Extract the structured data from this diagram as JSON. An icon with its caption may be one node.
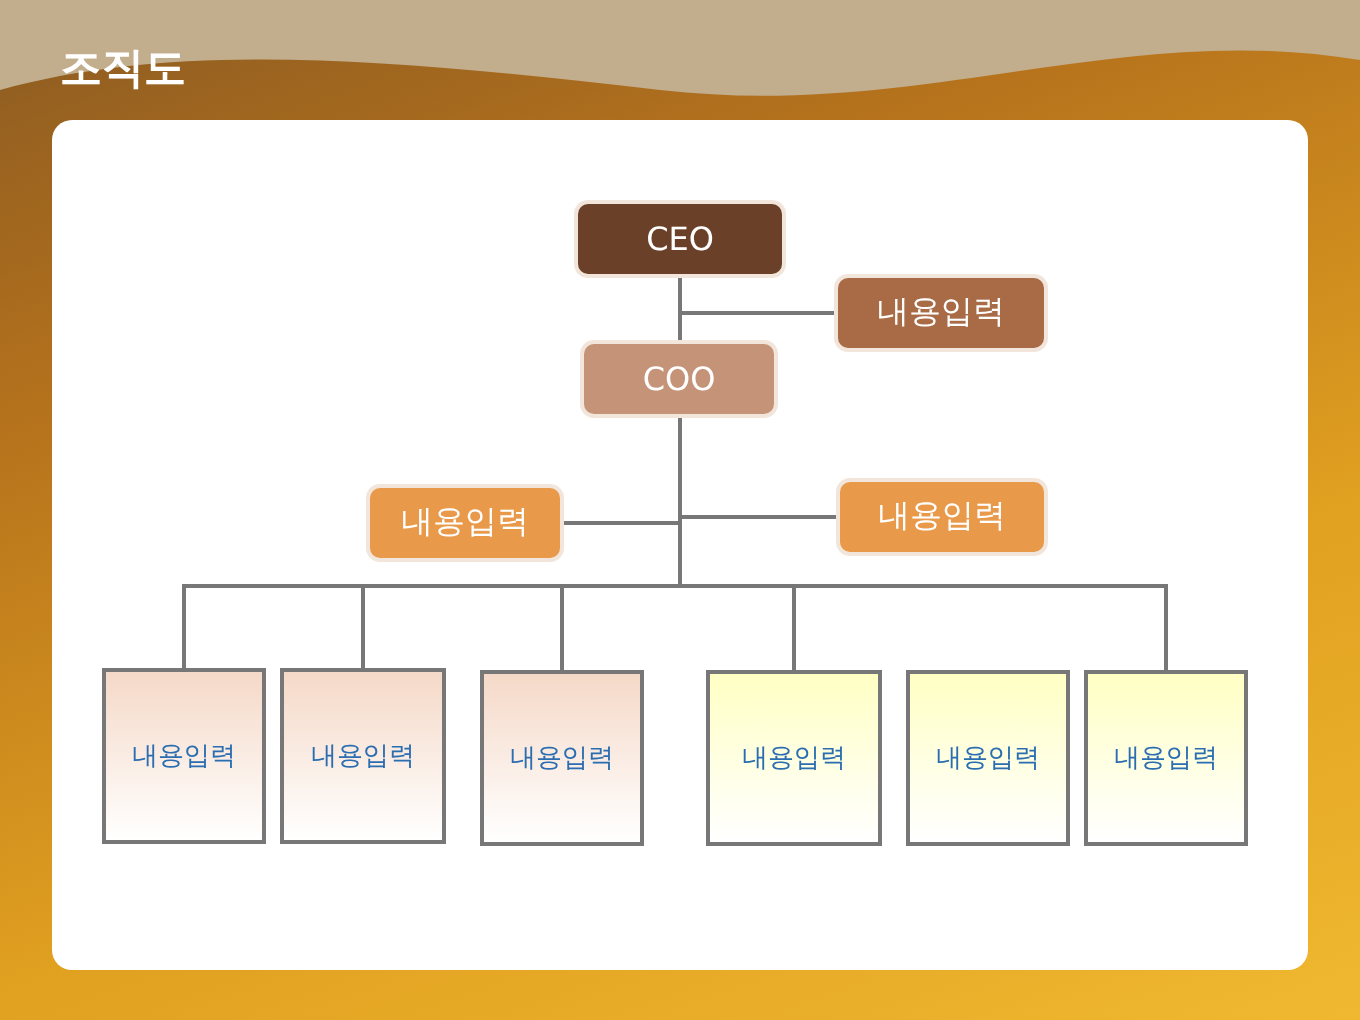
{
  "diagram": {
    "title": "조직도",
    "nodes": [
      {
        "text": [
          "CEO"
        ]
      },
      {
        "text": [
          "내용입력"
        ]
      },
      {
        "text": [
          "COO"
        ]
      },
      {
        "text": [
          "내용입력"
        ]
      },
      {
        "text": [
          "내용입력"
        ]
      },
      {
        "text": [
          "내용입력"
        ]
      },
      {
        "text": [
          "내용입력"
        ]
      },
      {
        "text": [
          "내용입력"
        ]
      },
      {
        "text": [
          "내용입력"
        ]
      },
      {
        "text": [
          "내용입력"
        ]
      },
      {
        "text": [
          "내용입력"
        ]
      }
    ],
    "edges": [
      {
        "from": 0,
        "to": 2,
        "arrow": "none"
      },
      {
        "from": 0,
        "to": 1,
        "arrow": "none"
      },
      {
        "from": 2,
        "to": 3,
        "arrow": "none"
      },
      {
        "from": 2,
        "to": 4,
        "arrow": "none"
      },
      {
        "from": 2,
        "to": 5,
        "arrow": "none"
      },
      {
        "from": 2,
        "to": 6,
        "arrow": "none"
      },
      {
        "from": 2,
        "to": 7,
        "arrow": "none"
      },
      {
        "from": 2,
        "to": 8,
        "arrow": "none"
      },
      {
        "from": 2,
        "to": 10,
        "arrow": "none"
      }
    ]
  }
}
